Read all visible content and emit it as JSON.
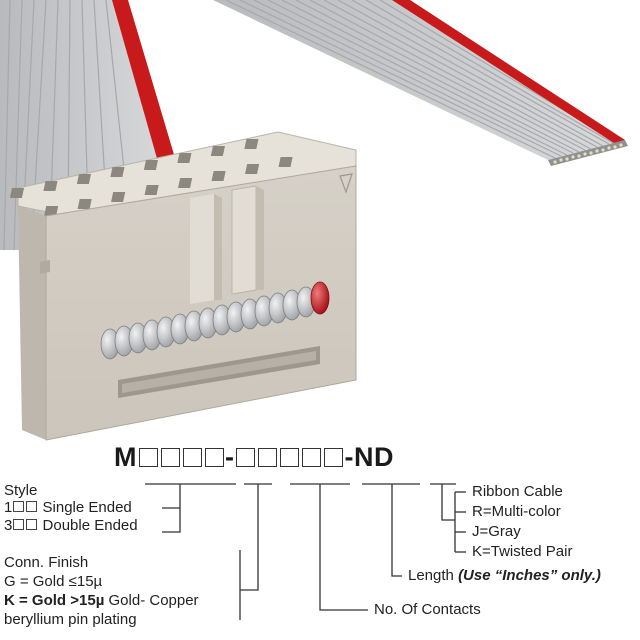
{
  "part_number": {
    "prefix": "M",
    "group1_boxes": 4,
    "separator1": "-",
    "group2_boxes": 5,
    "suffix": "-ND"
  },
  "style": {
    "title": "Style",
    "single_code": "1",
    "single_label": "Single Ended",
    "double_code": "3",
    "double_label": "Double Ended"
  },
  "finish": {
    "title": "Conn. Finish",
    "line1": "G = Gold ≤15µ",
    "line2_bold": "K = Gold >15µ",
    "line2_rest": " Gold- Copper",
    "line3": "beryllium pin plating"
  },
  "contacts": {
    "label": "No. Of Contacts"
  },
  "length": {
    "label": "Length",
    "note": "(Use “Inches” only.)"
  },
  "ribbon": {
    "title": "Ribbon Cable",
    "r": "R=Multi-color",
    "j": "J=Gray",
    "k": "K=Twisted Pair"
  },
  "colors": {
    "cable_gray": "#c8c9cc",
    "cable_red": "#c8191b",
    "connector_beige": "#d9d4cb"
  }
}
